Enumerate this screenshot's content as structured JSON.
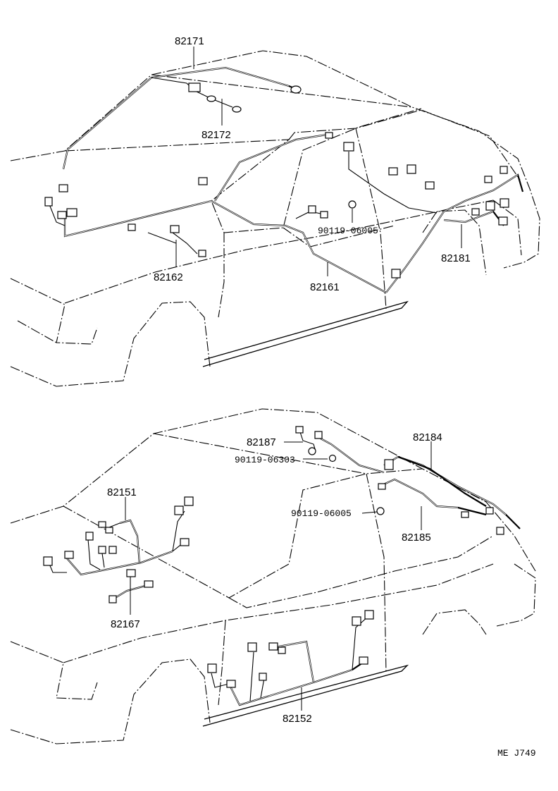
{
  "top_figure": {
    "labels": {
      "p82171": "82171",
      "p82172": "82172",
      "p82162": "82162",
      "p82161": "82161",
      "p82181": "82181",
      "p90119_06005": "90119-06005"
    }
  },
  "bottom_figure": {
    "labels": {
      "p82187": "82187",
      "p90119_06303": "90119-06303",
      "p82184": "82184",
      "p82151": "82151",
      "p90119_06005": "90119-06005",
      "p82185": "82185",
      "p82167": "82167",
      "p82152": "82152"
    }
  },
  "footer": {
    "code": "ME J749"
  }
}
